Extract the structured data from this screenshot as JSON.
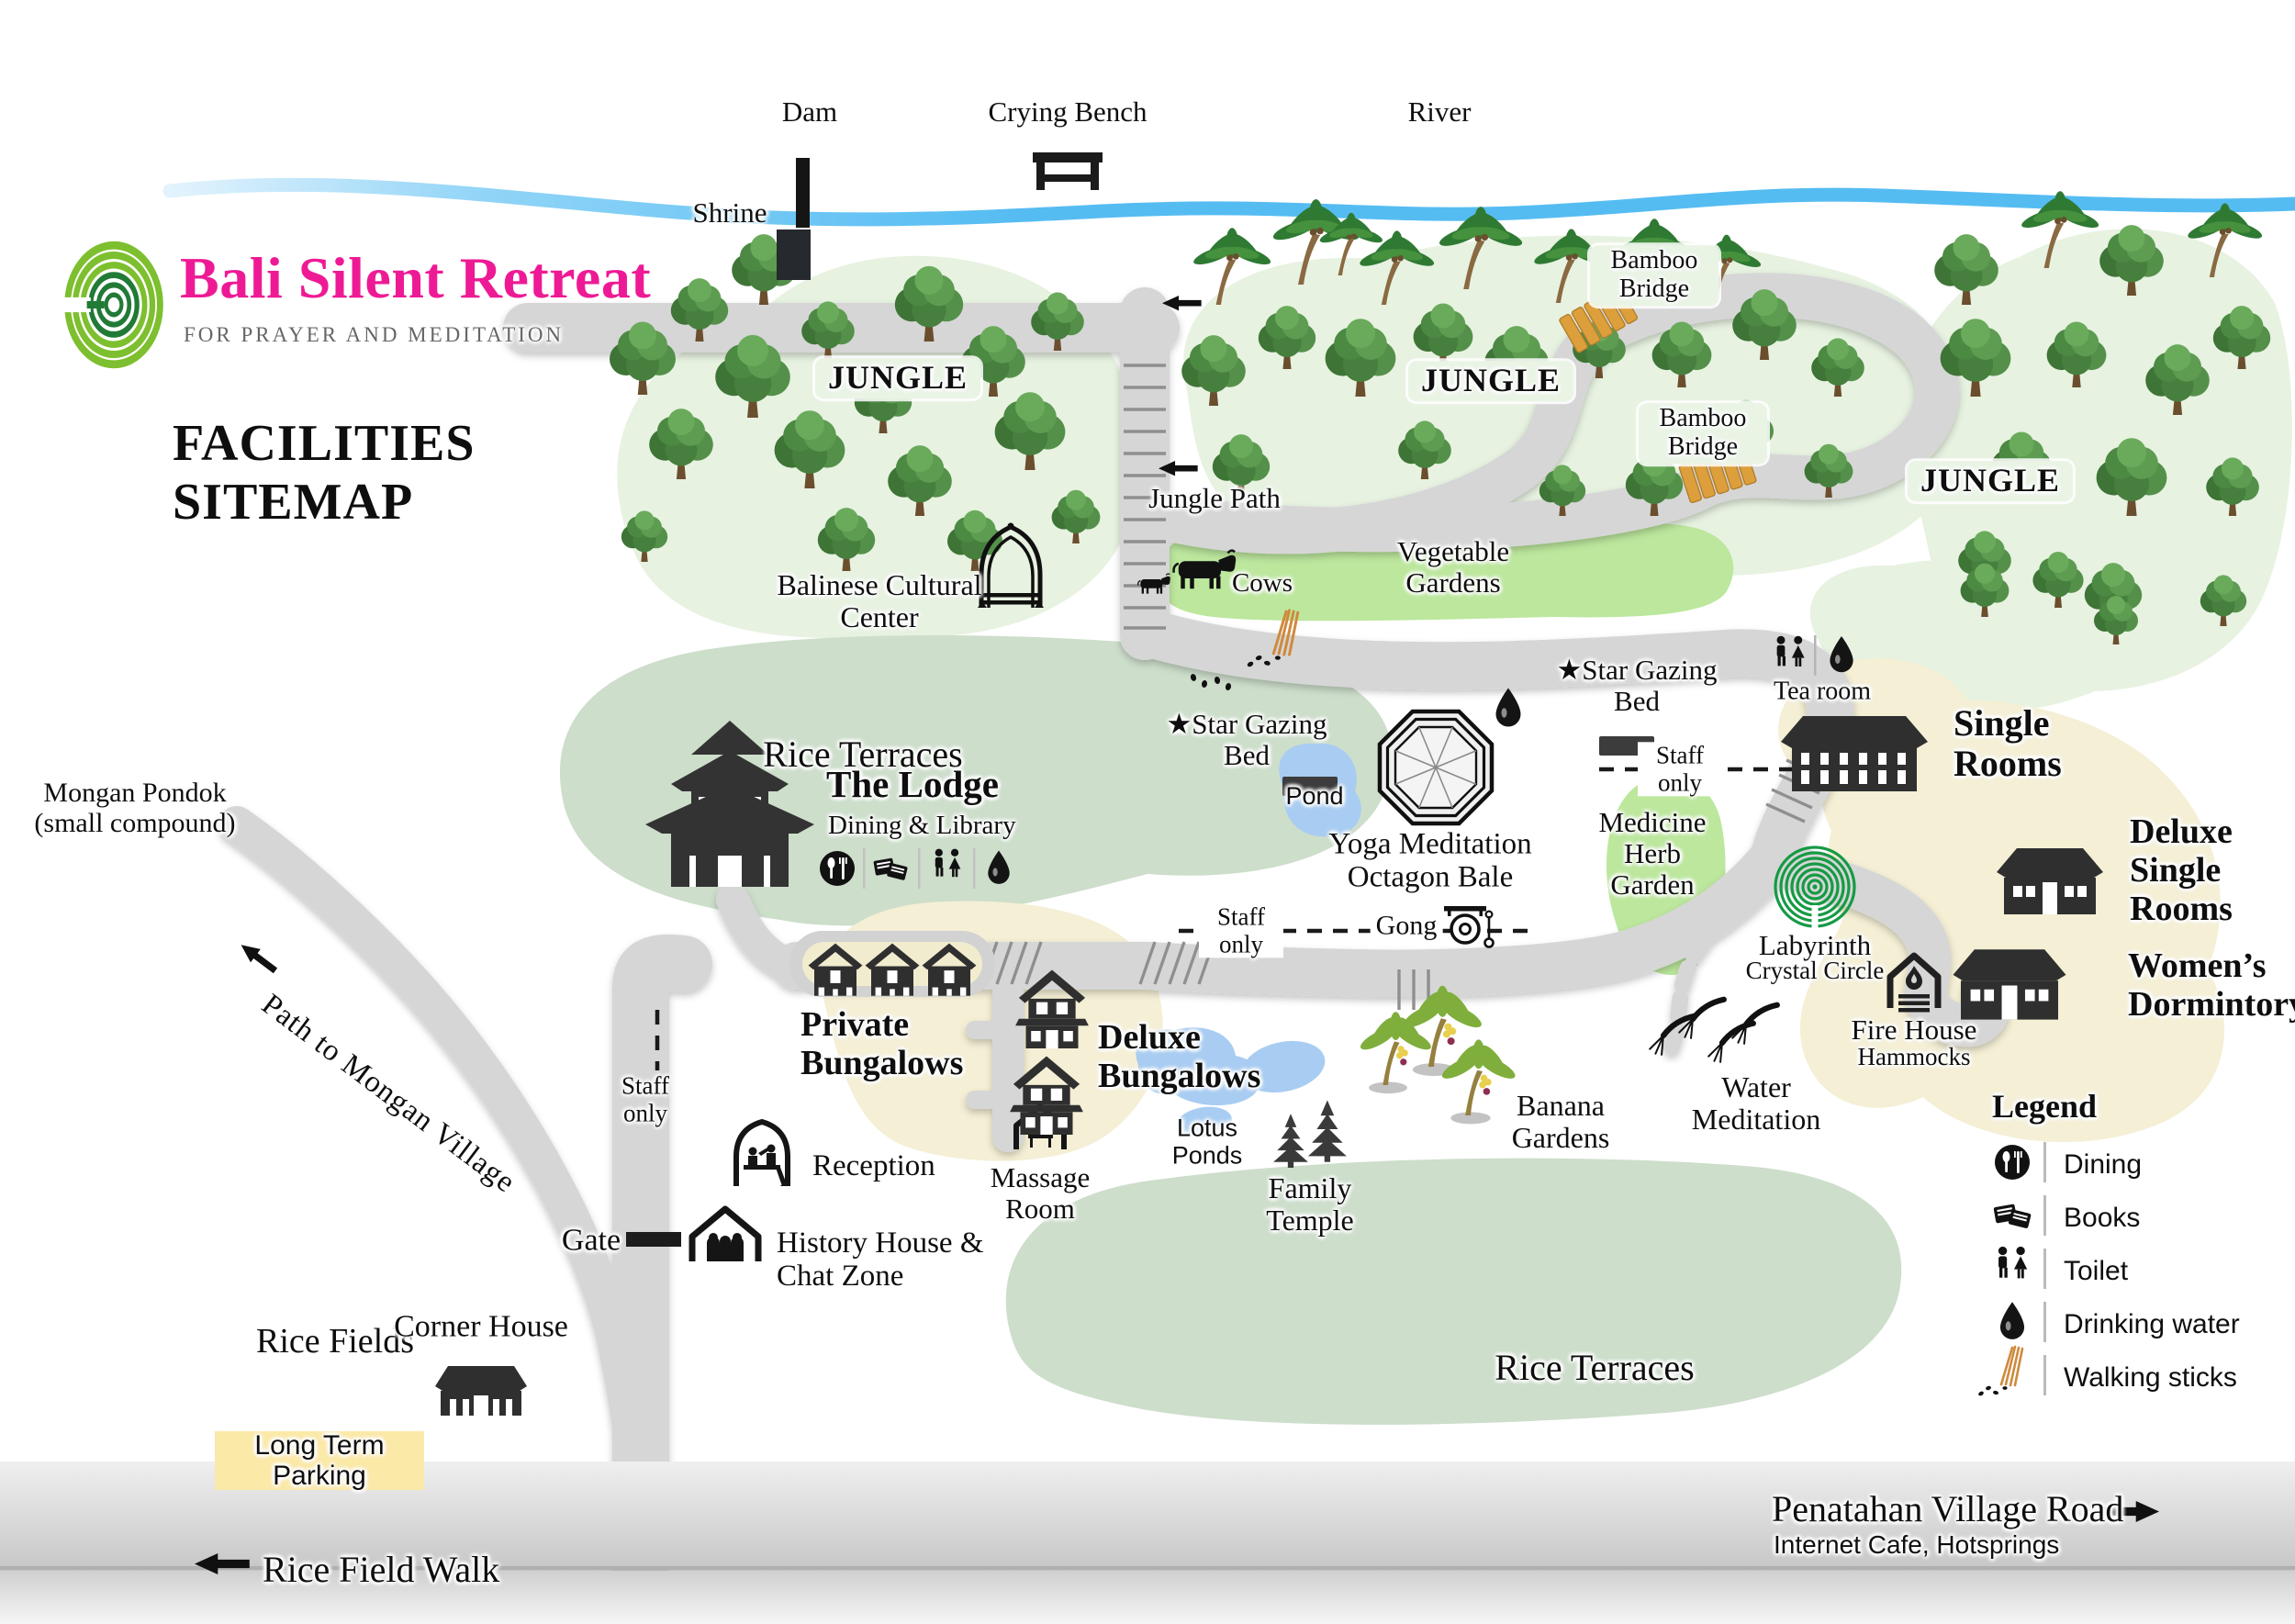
{
  "colors": {
    "brand_magenta": "#ee1a95",
    "river_blue": "#55bcf2",
    "path_gray": "#d6d6d6",
    "jungle_bg": "#e7f2e1",
    "field_green": "#cddecb",
    "garden_green": "#bce79d",
    "cream": "#f4efd5",
    "pond_blue": "#a9cdf2",
    "bamboo_orange": "#dd9f3c",
    "labyrinth_green": "#169a45",
    "logo_lime": "#7dbf2e",
    "logo_dark_green": "#217a36",
    "parking_yellow": "#fbe9a8",
    "building_dark": "#2f2f2f"
  },
  "logo": {
    "brand": "Bali Silent Retreat",
    "tagline": "FOR PRAYER AND MEDITATION"
  },
  "heading": {
    "title": "FACILITIES SITEMAP"
  },
  "top": {
    "dam": "Dam",
    "crying_bench": "Crying Bench",
    "river": "River",
    "shrine": "Shrine"
  },
  "jungle": {
    "name": "JUNGLE",
    "bamboo_bridge": "Bamboo Bridge",
    "path": "Jungle Path"
  },
  "areas": {
    "vegetable_gardens": "Vegetable Gardens",
    "rice_terraces": "Rice Terraces",
    "medicine_herb_garden": "Medicine Herb Garden",
    "banana_gardens": "Banana Gardens",
    "rice_fields": "Rice Fields",
    "lotus_ponds": "Lotus Ponds",
    "pond": "Pond"
  },
  "facilities": {
    "balinese_cultural_center": "Balinese Cultural Center",
    "cows": "Cows",
    "star_gazing_bed": "★Star Gazing Bed",
    "tea_room": "Tea room",
    "single_rooms": "Single Rooms",
    "deluxe_single_rooms": "Deluxe Single Rooms",
    "womens_dormintory": "Women’s Dormintory",
    "fire_house": "Fire House",
    "hammocks": "Hammocks",
    "labyrinth": "Labyrinth",
    "crystal_circle": "Crystal Circle",
    "yoga": "Yoga Meditation Octagon Bale",
    "gong": "Gong",
    "the_lodge": "The Lodge",
    "dining_library": "Dining & Library",
    "private_bungalows": "Private Bungalows",
    "deluxe_bungalows": "Deluxe Bungalows",
    "massage_room": "Massage Room",
    "family_temple": "Family Temple",
    "water_meditation": "Water Meditation",
    "reception": "Reception",
    "history_house": "History House & Chat Zone",
    "corner_house": "Corner House",
    "mongan_pondok": "Mongan Pondok (small compound)"
  },
  "signs": {
    "staff_only": "Staff only",
    "gate": "Gate",
    "long_term_parking": "Long Term Parking",
    "path_to_mongan": "Path to Mongan Village",
    "rice_field_walk": "Rice Field Walk",
    "penatahan_road": "Penatahan Village Road",
    "penatahan_sub": "Internet Cafe, Hotsprings"
  },
  "legend": {
    "title": "Legend",
    "items": [
      {
        "icon": "dining-icon",
        "label": "Dining"
      },
      {
        "icon": "books-icon",
        "label": "Books"
      },
      {
        "icon": "toilet-icon",
        "label": "Toilet"
      },
      {
        "icon": "drop-icon",
        "label": "Drinking water"
      },
      {
        "icon": "sticks-icon",
        "label": "Walking sticks"
      }
    ]
  }
}
